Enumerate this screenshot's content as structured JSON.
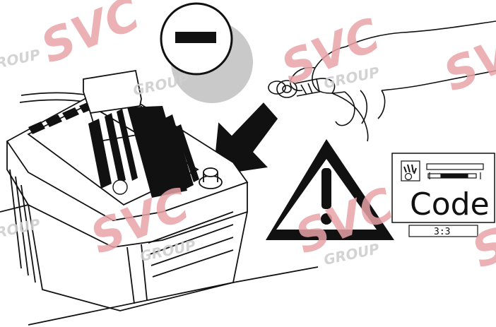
{
  "diagram": {
    "negative_symbol": "-",
    "warning_symbol": "!",
    "code_panel": {
      "label": "Code",
      "page_indicator": "3:3"
    }
  },
  "watermark": {
    "brand": "SVC",
    "sub": "GROUP",
    "color": "#e8a3a8"
  }
}
